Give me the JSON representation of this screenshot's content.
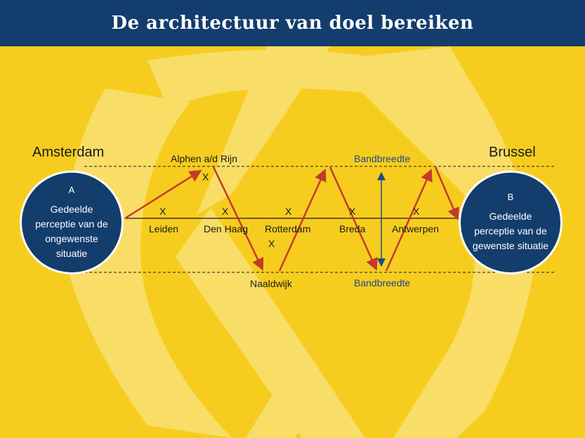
{
  "title": "De architectuur van doel bereiken",
  "start": {
    "city": "Amsterdam",
    "letter": "A",
    "description": "Gedeelde perceptie van de ongewenste situatie"
  },
  "end": {
    "city": "Brussel",
    "letter": "B",
    "description": "Gedeelde perceptie van de gewenste situatie"
  },
  "route_cities": [
    "Leiden",
    "Den Haag",
    "Rotterdam",
    "Breda",
    "Antwerpen"
  ],
  "upper_city": "Alphen a/d Rijn",
  "lower_city": "Naaldwijk",
  "bandwidth_label_top": "Bandbreedte",
  "bandwidth_label_bottom": "Bandbreedte",
  "x_mark": "X",
  "colors": {
    "header": "#133d6c",
    "background": "#f6cd1f",
    "circle": "#133d6c",
    "arrow": "#c43a2c",
    "bandwidth": "#1d4b86"
  }
}
